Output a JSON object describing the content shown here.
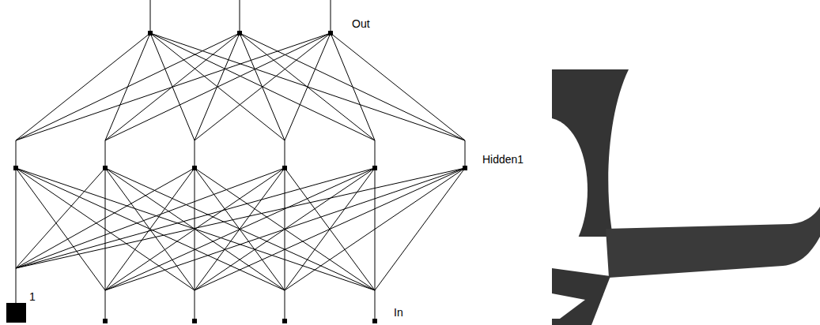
{
  "diagram": {
    "nodes": [
      {
        "text": [
          "1"
        ]
      }
    ],
    "labels": [
      "Out",
      "Hidden1",
      "In"
    ]
  }
}
